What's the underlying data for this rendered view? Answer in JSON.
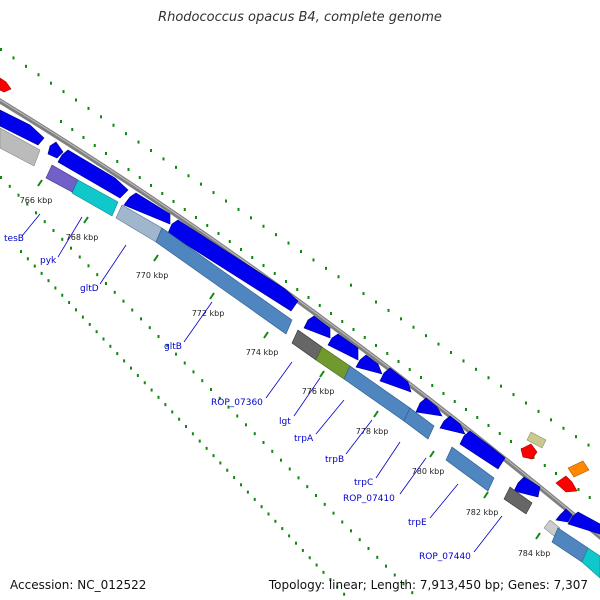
{
  "title": "Rhodococcus opacus B4, complete genome",
  "footer": {
    "accession": "Accession: NC_012522",
    "topology": "Topology: linear; Length: 7,913,450 bp; Genes: 7,307"
  },
  "map": {
    "tick_labels": [
      "766 kbp",
      "768 kbp",
      "770 kbp",
      "772 kbp",
      "774 kbp",
      "776 kbp",
      "778 kbp",
      "780 kbp",
      "782 kbp",
      "784 kbp"
    ],
    "gene_labels": [
      "tesB",
      "pyk",
      "gltD",
      "gltB",
      "ROP_07360",
      "lgt",
      "trpA",
      "trpB",
      "trpC",
      "ROP_07410",
      "trpE",
      "ROP_07440"
    ],
    "colors": {
      "forward_gene": "#0000ee",
      "cds_lane": "#4f86c0",
      "reverse_gene": "#ff0000",
      "backbone": "#808080",
      "dots": "#118811",
      "teal": "#10c8cc",
      "purple": "#7060c8",
      "olive": "#709a30",
      "dark_gray": "#666666",
      "light_gray": "#bbbbbb",
      "khaki": "#c8c890",
      "orange": "#ff8800"
    }
  }
}
